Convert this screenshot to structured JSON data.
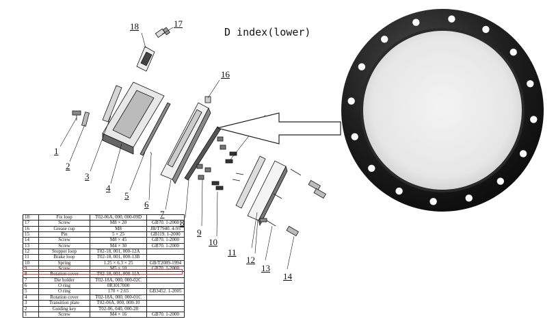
{
  "title": "D index(lower)",
  "callouts": [
    "1",
    "2",
    "3",
    "4",
    "5",
    "6",
    "7",
    "8",
    "9",
    "10",
    "11",
    "12",
    "13",
    "14",
    "16",
    "17",
    "18"
  ],
  "highlight_color": "#d8332e",
  "bom": [
    [
      "18",
      "Fix loop",
      "T02-06A, 000, 000-09D",
      ""
    ],
    [
      "17",
      "Screw",
      "M8 × 20",
      "GB70. 1-2000"
    ],
    [
      "16",
      "Grease cup",
      "M8",
      "JB/T7940. 4-95"
    ],
    [
      "15",
      "Pin",
      "5 × 25",
      "GB119. 1-2000"
    ],
    [
      "14",
      "Screw",
      "M8 × 45",
      "GB70. 1-2000"
    ],
    [
      "13",
      "Screw",
      "M4 × 30",
      "GB70. 1-2000"
    ],
    [
      "12",
      "Stopper loop",
      "T02-18, 001, 000-12A",
      ""
    ],
    [
      "11",
      "Brake loop",
      "T02-18, 001, 000-13B",
      ""
    ],
    [
      "10",
      "Spring",
      "1.25 × 6.3 × 25",
      "GB/T2089-1994"
    ],
    [
      "9",
      "Screw",
      "M5 × 10",
      "GB70. 1-2000"
    ],
    [
      "8",
      "Rotation cover",
      "T02-18, 001, 000-11A",
      ""
    ],
    [
      "7",
      "Die holder",
      "T02-18A, 000, 000-02C",
      ""
    ],
    [
      "6",
      "O ring",
      "0R3017000",
      ""
    ],
    [
      "5",
      "O ring",
      "170 × 2.65",
      "GB3452. 1-2005"
    ],
    [
      "4",
      "Rotation cover",
      "T02-18A, 000, 000-01C",
      ""
    ],
    [
      "3",
      "Transition plate",
      "T02-06A, 000, 000-10",
      ""
    ],
    [
      "2",
      "Guiding key",
      "T02-06, 040, 000-28",
      ""
    ],
    [
      "1",
      "Screw",
      "M4 × 16",
      "GB70. 1-2000"
    ]
  ]
}
